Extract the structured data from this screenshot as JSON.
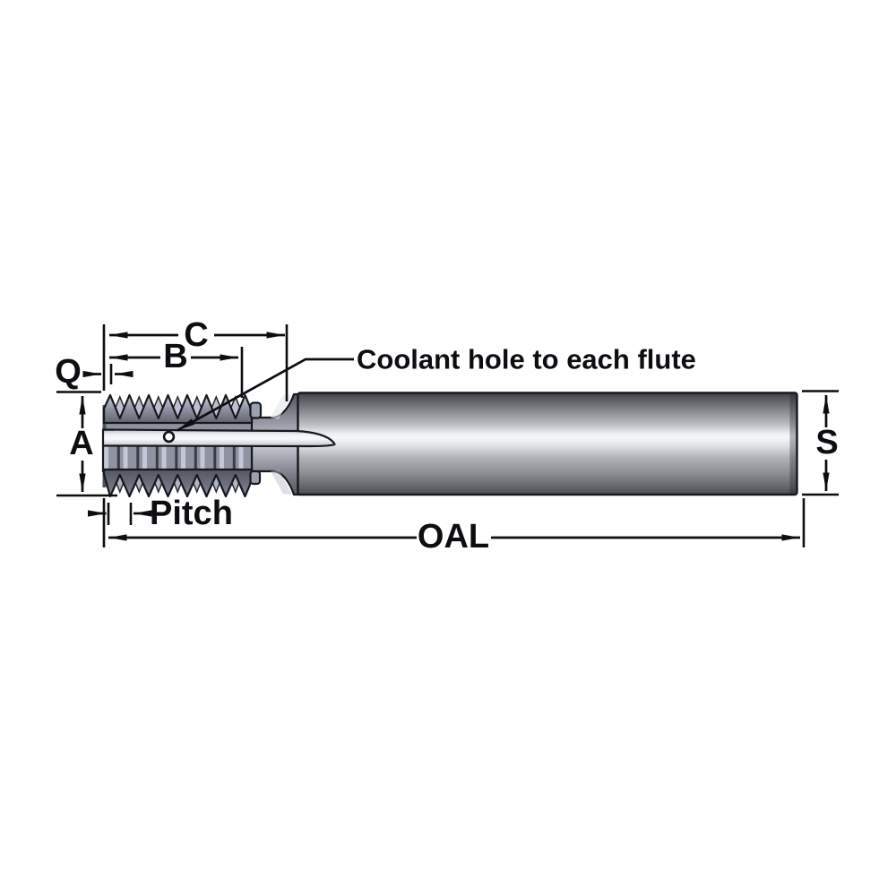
{
  "diagram": {
    "labels": {
      "c": "C",
      "b": "B",
      "q": "Q",
      "a": "A",
      "s": "S",
      "pitch": "Pitch",
      "oal": "OAL"
    },
    "annotation": {
      "coolant_note": "Coolant hole to each flute"
    },
    "colors": {
      "line": "#0d0e11",
      "outline": "#17181e",
      "background": "#ffffff",
      "metal_bright": "#f6f7f9",
      "metal_dark": "#4c4d53",
      "thread_light": "#c9cdde",
      "thread_dark": "#686a76",
      "flute_light": "#f8f9fb",
      "coolant_hole_fill": "#ffffff"
    }
  }
}
